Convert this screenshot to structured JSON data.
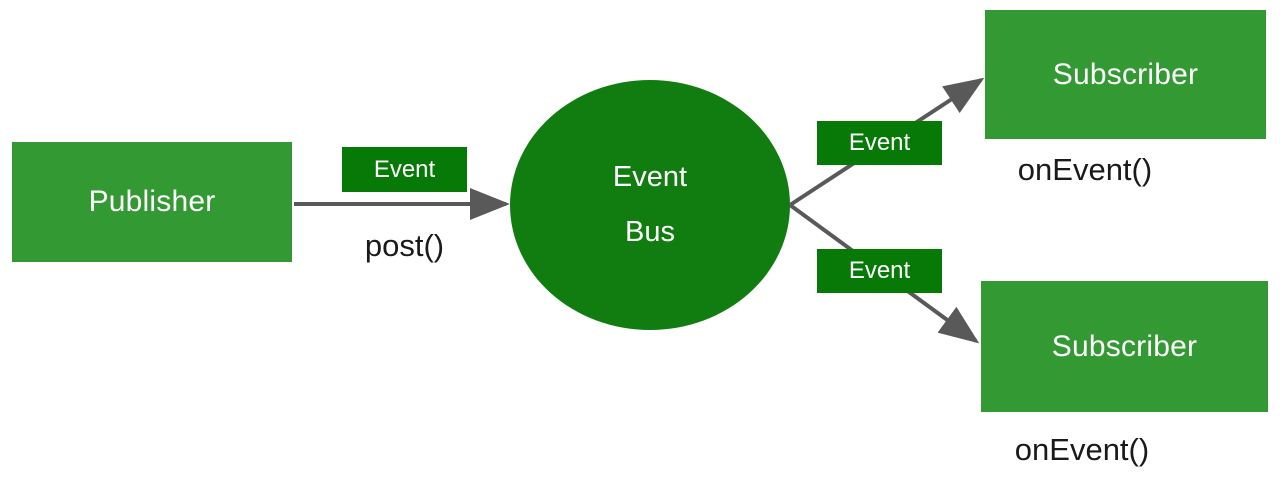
{
  "diagram": {
    "title": "Event Bus publish-subscribe diagram",
    "background": "#ffffff",
    "colors": {
      "node_green": "#339933",
      "tag_green": "#067906",
      "bus_green": "#117d11",
      "arrow_gray": "#595959",
      "node_text": "#ffffff",
      "caption_text": "#1a1a1a"
    },
    "nodes": {
      "publisher": {
        "label": "Publisher"
      },
      "event_bus": {
        "label_line1": "Event",
        "label_line2": "Bus"
      },
      "subscriber_top": {
        "label": "Subscriber"
      },
      "subscriber_bottom": {
        "label": "Subscriber"
      }
    },
    "tags": {
      "post_event": {
        "label": "Event"
      },
      "top_event": {
        "label": "Event"
      },
      "bottom_event": {
        "label": "Event"
      }
    },
    "captions": {
      "post": "post()",
      "on_event_top": "onEvent()",
      "on_event_bottom": "onEvent()"
    },
    "connectors": [
      {
        "name": "publisher-to-bus",
        "from": "publisher",
        "to": "event_bus",
        "label": "post()",
        "tag": "Event",
        "direction": "right"
      },
      {
        "name": "bus-to-subscriber-top",
        "from": "event_bus",
        "to": "subscriber_top",
        "label": "onEvent()",
        "tag": "Event",
        "direction": "up-right"
      },
      {
        "name": "bus-to-subscriber-bottom",
        "from": "event_bus",
        "to": "subscriber_bottom",
        "label": "onEvent()",
        "tag": "Event",
        "direction": "down-right"
      }
    ]
  }
}
